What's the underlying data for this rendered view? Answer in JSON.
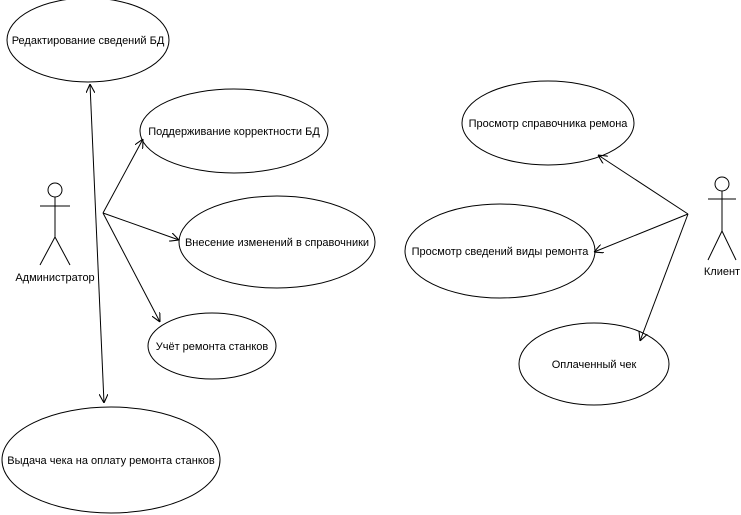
{
  "actors": {
    "admin": {
      "label": "Администратор"
    },
    "client": {
      "label": "Клиент"
    }
  },
  "use_cases": {
    "edit_db": "Редактирование сведений БД",
    "maintain_db": "Поддерживание корректности БД",
    "edit_refs": "Внесение изменений в справочники",
    "repair_account": "Учёт ремонта станков",
    "issue_check": "Выдача чека на оплату ремонта станков",
    "view_ref": "Просмотр справочника ремона",
    "view_repair_types": "Просмотр сведений виды ремонта",
    "paid_check": "Оплаченный чек"
  },
  "colors": {
    "stroke": "#000000",
    "fill": "#ffffff"
  }
}
